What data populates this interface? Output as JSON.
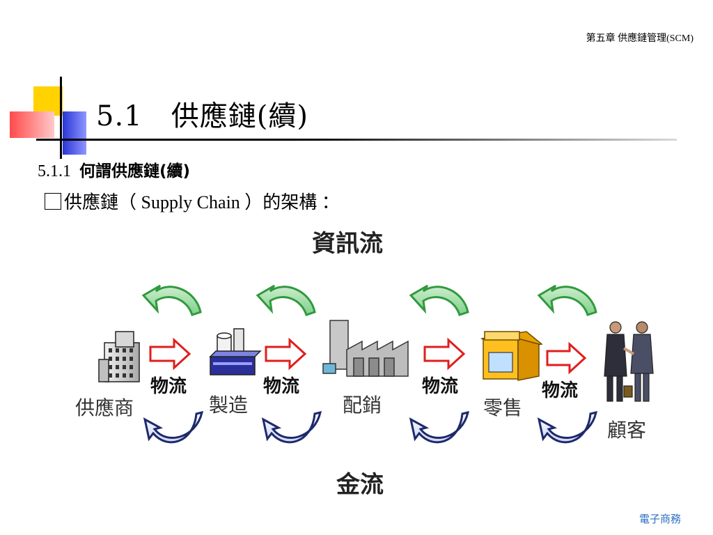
{
  "header": {
    "chapter": "第五章  供應鏈管理(SCM)"
  },
  "title": "5.1   供應鏈(續)",
  "section": {
    "number": "5.1.1",
    "text": "何謂供應鏈(續)"
  },
  "bullet": {
    "text": "供應鏈（ Supply Chain ）的架構 ："
  },
  "diagram": {
    "info_flow": "資訊流",
    "money_flow": "金流",
    "logistics": [
      "物流",
      "物流",
      "物流",
      "物流"
    ],
    "nodes": [
      "供應商",
      "製造",
      "配銷",
      "零售",
      "顧客"
    ],
    "colors": {
      "arrow_red": "#e01e1e",
      "arrow_green": "#2f9a3e",
      "arrow_navy": "#1d2a6a"
    }
  },
  "footer": "電子商務"
}
